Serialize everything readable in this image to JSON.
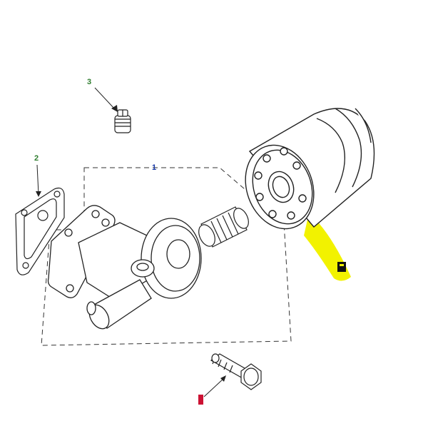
{
  "callouts": {
    "one": "1",
    "two": "2",
    "three": "3"
  },
  "colors": {
    "line": "#222222",
    "dash": "#333333",
    "callout_one": "#1a3aa8",
    "callout_green": "#2f7d2f",
    "highlight": "#f2f200",
    "marker_red": "#cc1133",
    "marker_black": "#111111"
  },
  "icons": {
    "yellow_tag": "black-label-icon",
    "red_tag": "red-marker-icon"
  }
}
